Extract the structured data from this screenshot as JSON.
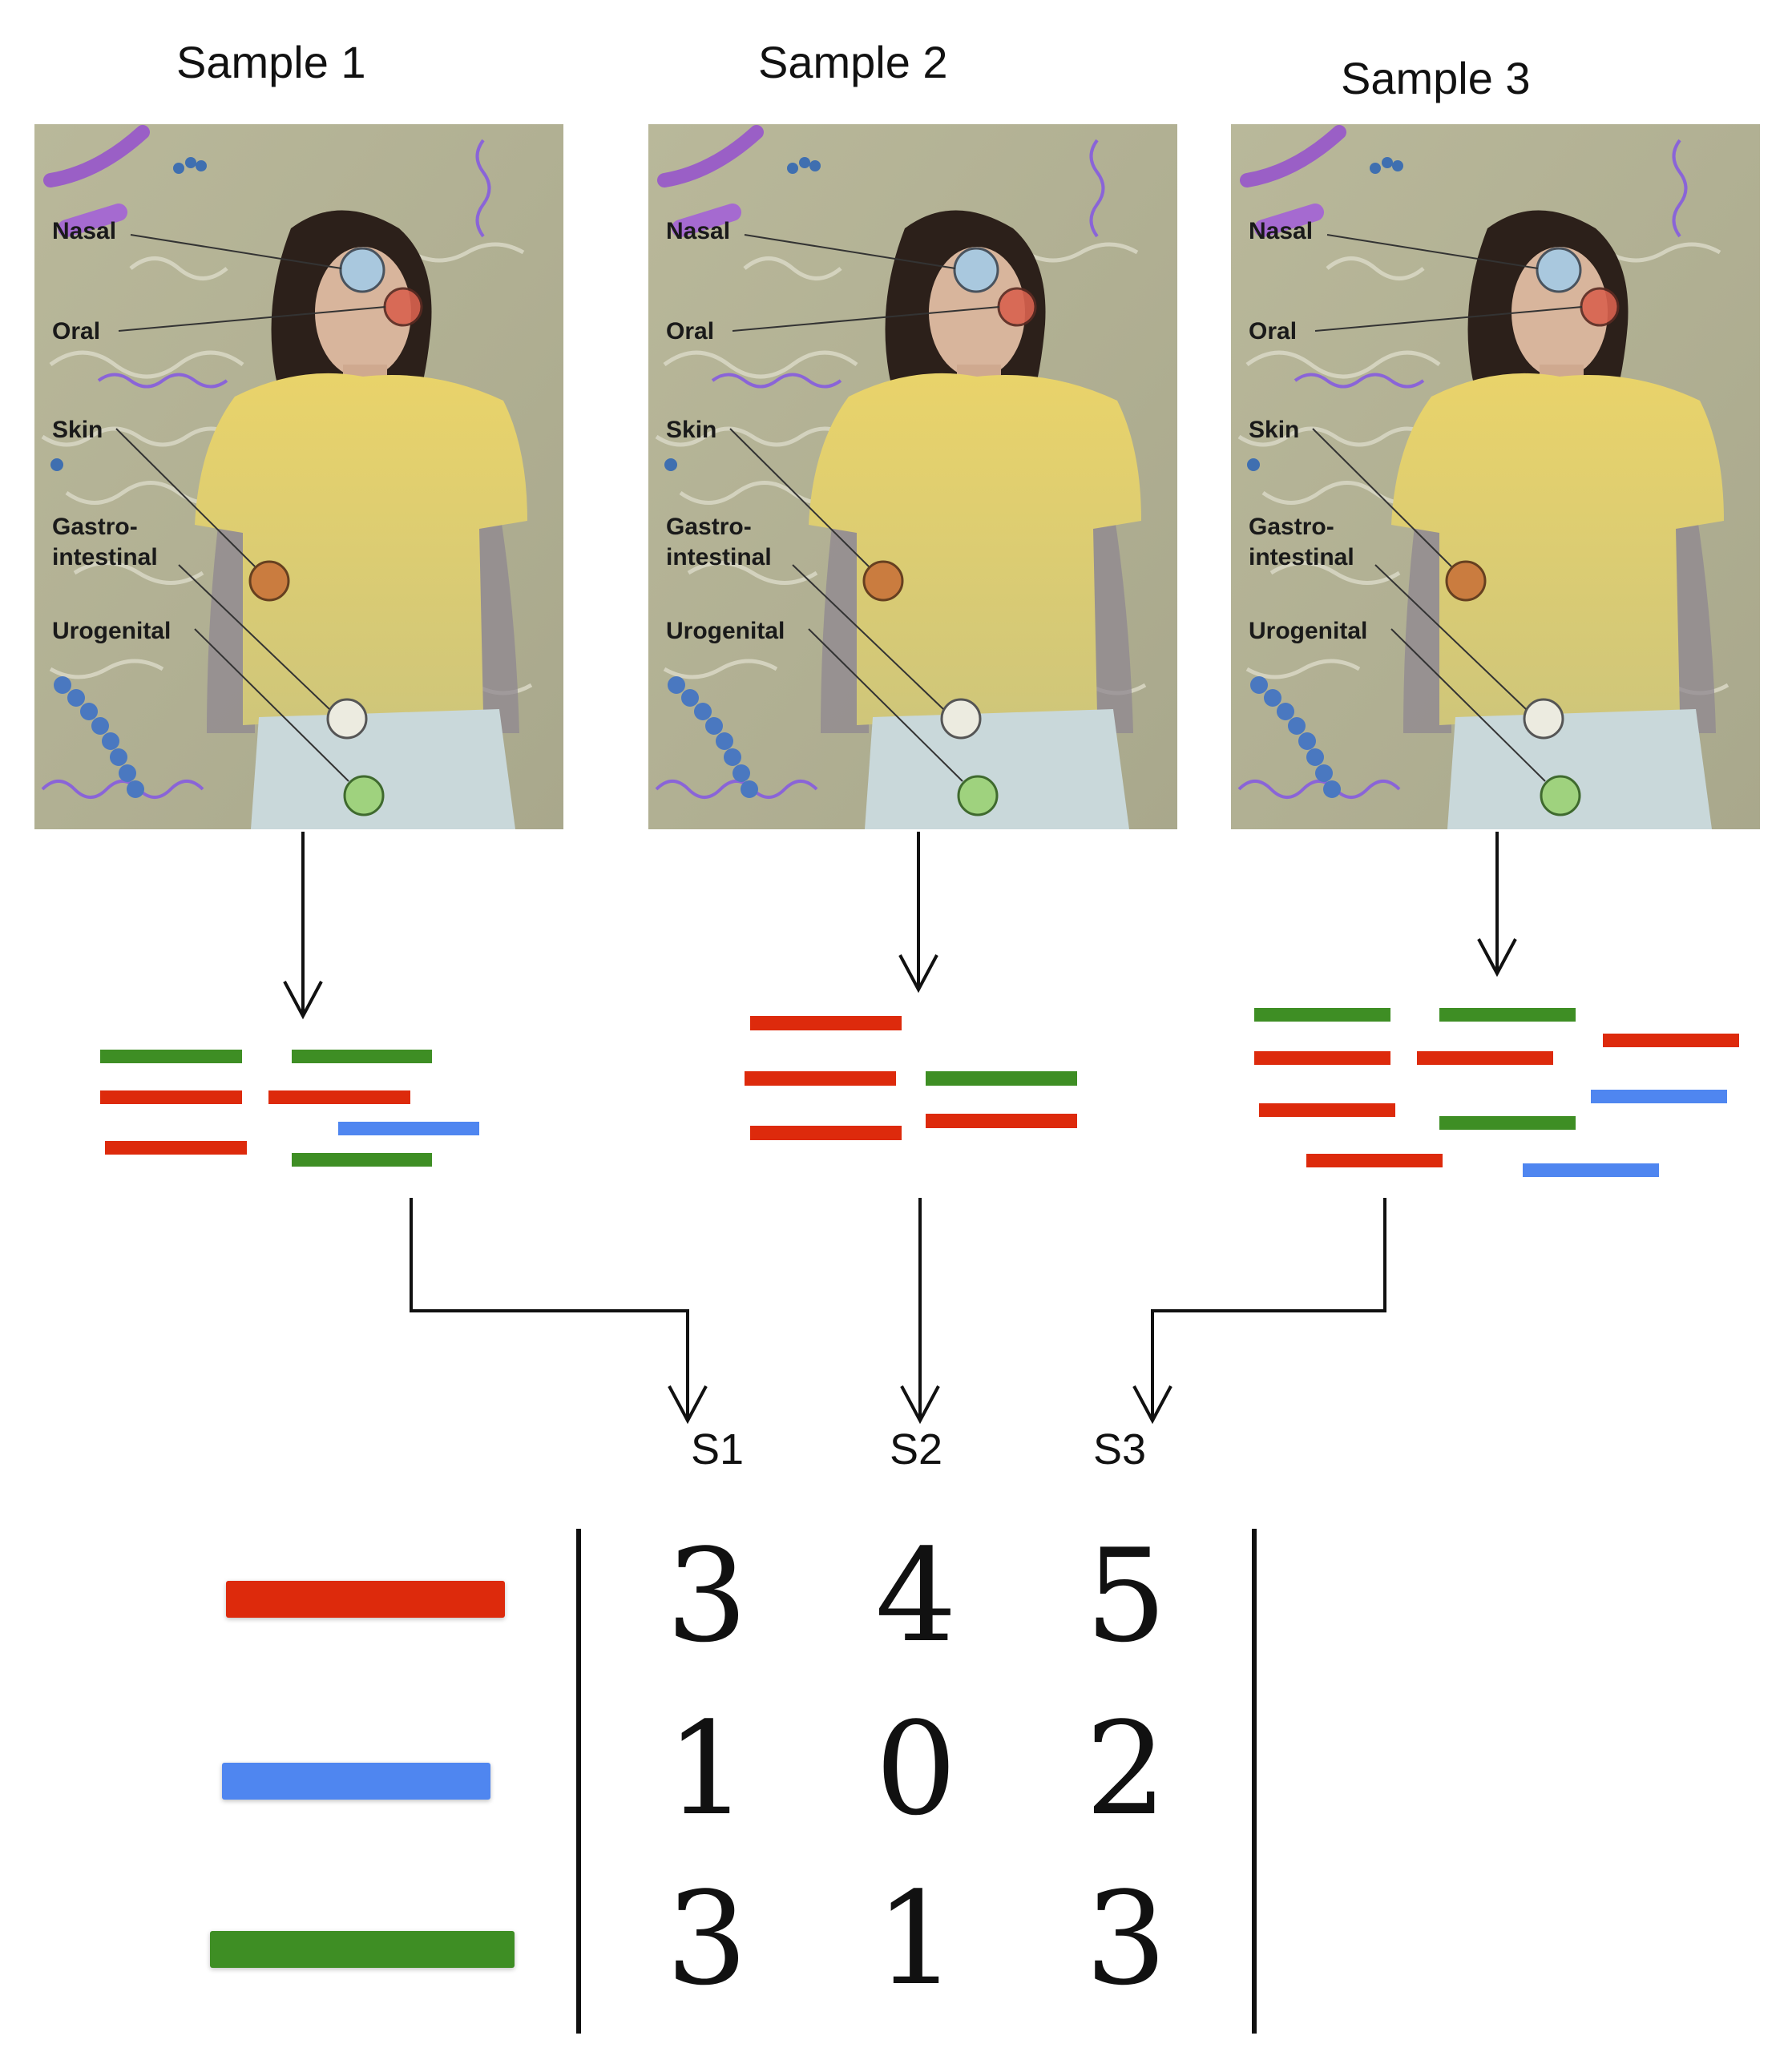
{
  "samples": [
    {
      "title": "Sample 1"
    },
    {
      "title": "Sample 2"
    },
    {
      "title": "Sample 3"
    }
  ],
  "body_sites": {
    "nasal": "Nasal",
    "oral": "Oral",
    "skin": "Skin",
    "gi_line1": "Gastro-",
    "gi_line2": "intestinal",
    "urogenital": "Urogenital"
  },
  "columns": [
    "S1",
    "S2",
    "S3"
  ],
  "colors": {
    "red": "#dd2a0c",
    "blue": "#4f86f0",
    "green": "#3e8e24"
  },
  "matrix": {
    "rows": [
      {
        "color": "red",
        "values": [
          "3",
          "4",
          "5"
        ]
      },
      {
        "color": "blue",
        "values": [
          "1",
          "0",
          "2"
        ]
      },
      {
        "color": "green",
        "values": [
          "3",
          "1",
          "3"
        ]
      }
    ]
  }
}
